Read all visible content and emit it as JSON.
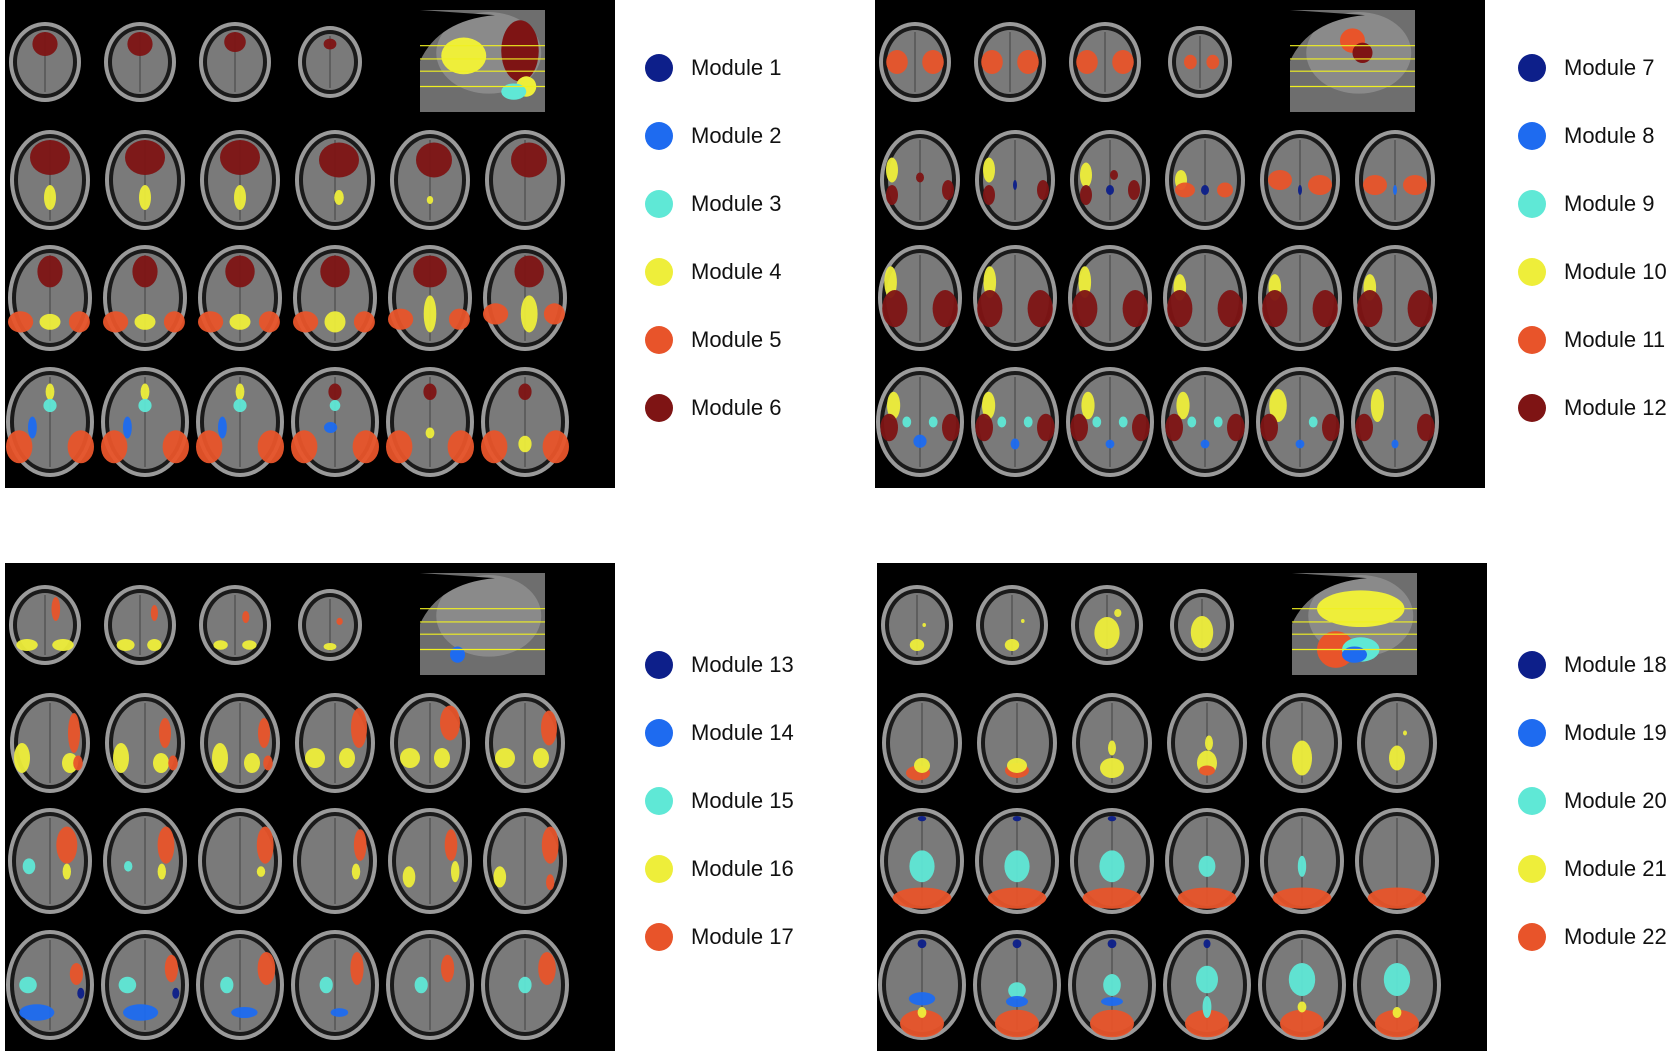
{
  "colors": {
    "module_dark_blue": "#0d1f8a",
    "module_blue": "#1e6bf0",
    "module_cyan": "#5fe8d6",
    "module_yellow": "#eeee3a",
    "module_orange": "#e8542a",
    "module_dark_red": "#7e1414",
    "background": "#000000",
    "brain_gray": "#7a7a7a"
  },
  "panels": [
    {
      "legend": [
        {
          "label": "Module 1",
          "color": "#0d1f8a"
        },
        {
          "label": "Module 2",
          "color": "#1e6bf0"
        },
        {
          "label": "Module 3",
          "color": "#5fe8d6"
        },
        {
          "label": "Module 4",
          "color": "#eeee3a"
        },
        {
          "label": "Module 5",
          "color": "#e8542a"
        },
        {
          "label": "Module 6",
          "color": "#7e1414"
        }
      ]
    },
    {
      "legend": [
        {
          "label": "Module 7",
          "color": "#0d1f8a"
        },
        {
          "label": "Module 8",
          "color": "#1e6bf0"
        },
        {
          "label": "Module 9",
          "color": "#5fe8d6"
        },
        {
          "label": "Module 10",
          "color": "#eeee3a"
        },
        {
          "label": "Module 11",
          "color": "#e8542a"
        },
        {
          "label": "Module 12",
          "color": "#7e1414"
        }
      ]
    },
    {
      "legend": [
        {
          "label": "Module 13",
          "color": "#0d1f8a"
        },
        {
          "label": "Module 14",
          "color": "#1e6bf0"
        },
        {
          "label": "Module 15",
          "color": "#5fe8d6"
        },
        {
          "label": "Module 16",
          "color": "#eeee3a"
        },
        {
          "label": "Module 17",
          "color": "#e8542a"
        }
      ]
    },
    {
      "legend": [
        {
          "label": "Module 18",
          "color": "#0d1f8a"
        },
        {
          "label": "Module 19",
          "color": "#1e6bf0"
        },
        {
          "label": "Module 20",
          "color": "#5fe8d6"
        },
        {
          "label": "Module 21",
          "color": "#eeee3a"
        },
        {
          "label": "Module 22",
          "color": "#e8542a"
        }
      ]
    }
  ]
}
